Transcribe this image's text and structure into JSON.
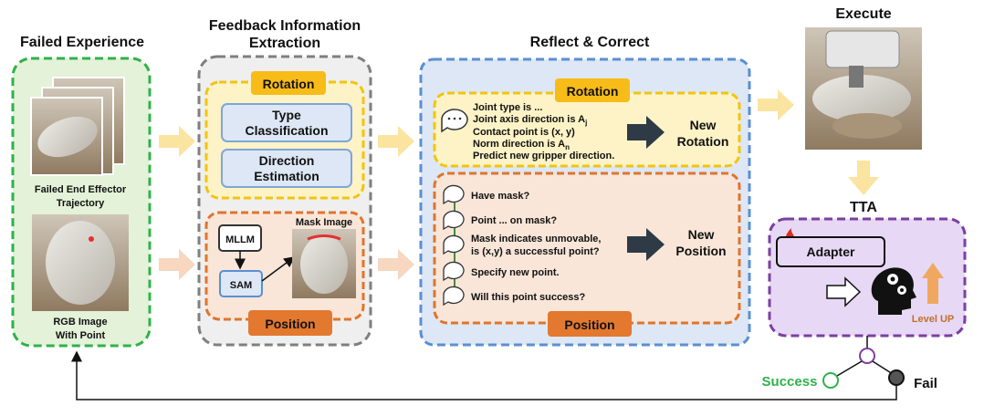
{
  "failed_experience": {
    "title": "Failed Experience",
    "trajectory_caption_line1": "Failed End Effector",
    "trajectory_caption_line2": "Trajectory",
    "rgb_caption_line1": "RGB Image",
    "rgb_caption_line2": "With Point"
  },
  "feedback_extraction": {
    "title_line1": "Feedback Information",
    "title_line2": "Extraction",
    "rotation_label": "Rotation",
    "type_classification_line1": "Type",
    "type_classification_line2": "Classification",
    "direction_estimation_line1": "Direction",
    "direction_estimation_line2": "Estimation",
    "mllm_label": "MLLM",
    "sam_label": "SAM",
    "mask_image_label": "Mask Image",
    "position_label": "Position"
  },
  "reflect_correct": {
    "title": "Reflect & Correct",
    "rotation_label": "Rotation",
    "rotation_lines": [
      "Joint type is ...",
      "Joint axis direction is A",
      "Contact point is (x, y)",
      "Norm direction is A",
      "Predict new gripper direction."
    ],
    "joint_axis_subscript": "j",
    "norm_subscript": "n",
    "new_rotation_line1": "New",
    "new_rotation_line2": "Rotation",
    "position_questions": [
      "Have mask?",
      "Point ... on mask?",
      "Mask indicates unmovable,",
      "is (x,y) a successful point?",
      "Specify new point.",
      "Will this point success?"
    ],
    "new_position_line1": "New",
    "new_position_line2": "Position",
    "position_label": "Position"
  },
  "execute": {
    "title": "Execute"
  },
  "tta": {
    "title": "TTA",
    "adapter_label": "Adapter",
    "level_up_label": "Level UP"
  },
  "outcomes": {
    "success_label": "Success",
    "fail_label": "Fail"
  },
  "colors": {
    "green": "#2fb24a",
    "green_fill": "#e3f2d8",
    "gray": "#7f7f7f",
    "gray_fill": "#efefef",
    "blue": "#5b8fd2",
    "blue_fill": "#dde7f5",
    "yellow": "#f2c40f",
    "yellow_fill": "#fdf3c6",
    "orange": "#e1742c",
    "orange_fill": "#f9e6d8",
    "purple": "#7b3fa0",
    "purple_fill": "#e7d8f5",
    "tag_yellow": "#f8bc18",
    "tag_orange": "#e3782f",
    "arrow_yellow": "#fbe4a0",
    "arrow_peach": "#f7d7c0",
    "dark_arrow": "#2e3a46",
    "level_up": "#f0a860",
    "level_up_text": "#c0702a"
  },
  "icons": [
    "chat-bubble-icon",
    "flame-icon",
    "head-gears-icon",
    "arrow-up-icon"
  ]
}
